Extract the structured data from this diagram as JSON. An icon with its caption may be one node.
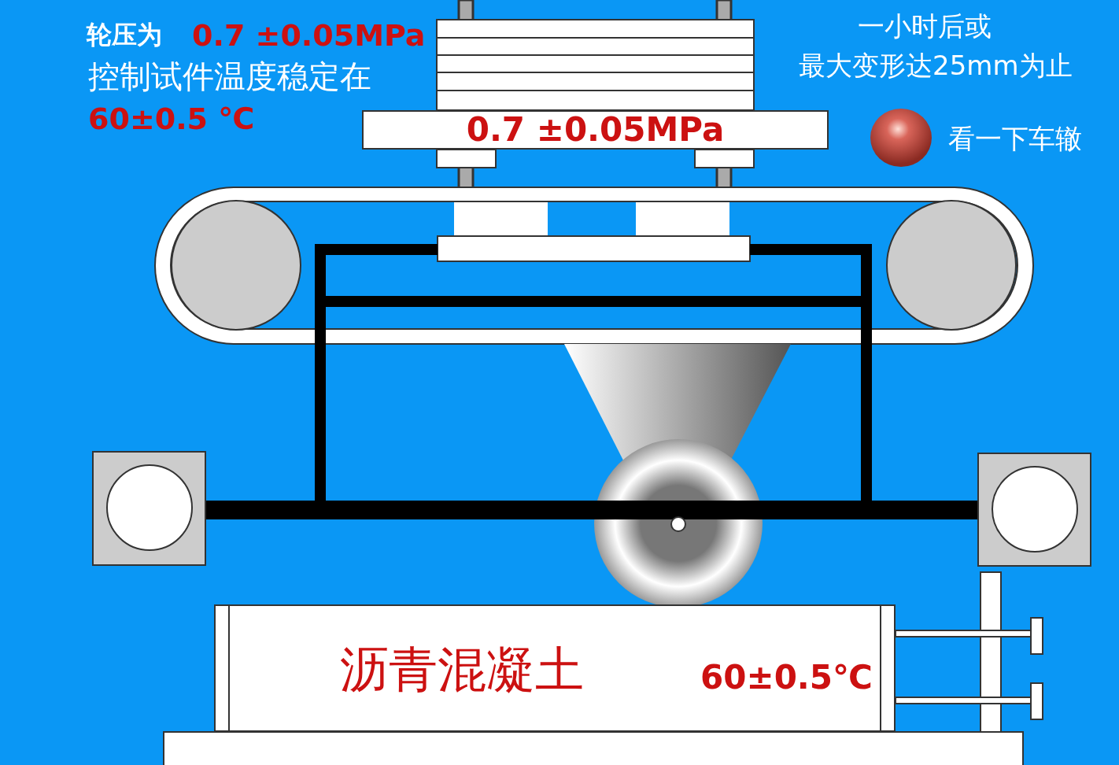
{
  "diagram": {
    "nodes": [
      {
        "text": [
          "0.7 ±0.05MPa"
        ]
      },
      {
        "text": [
          "沥青混凝土",
          "60±0.5℃"
        ]
      }
    ],
    "labels": [
      "轮压为",
      "0.7 ±0.05MPa",
      "控制试件温度稳定在",
      "60±0.5 ℃",
      "一小时后或",
      "最大变形达25mm为止",
      "看一下车辙"
    ]
  }
}
